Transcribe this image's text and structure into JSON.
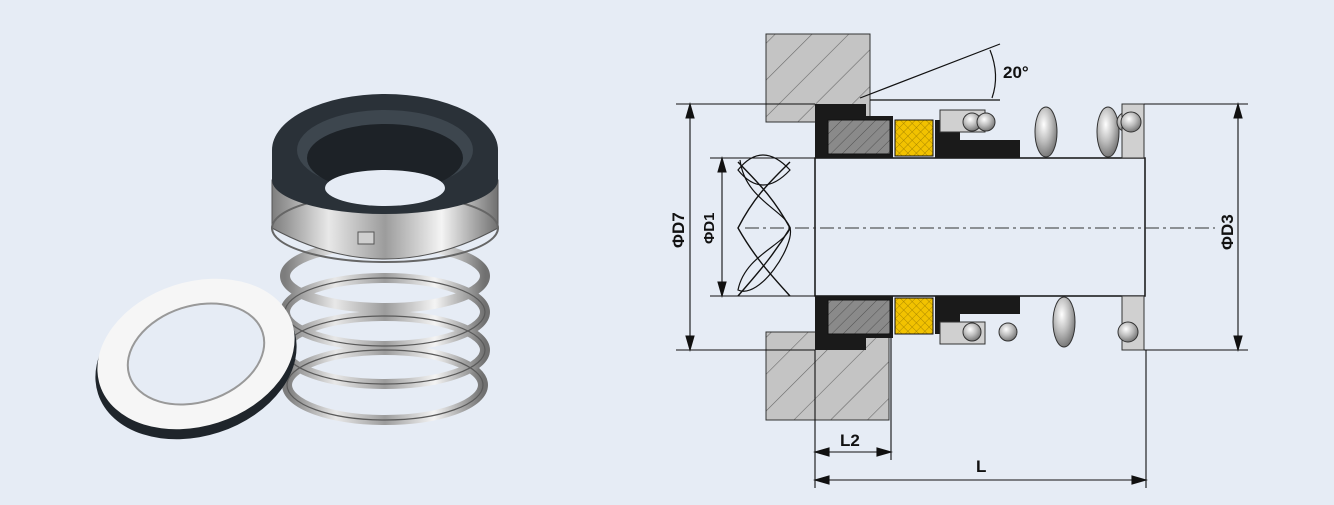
{
  "product_photo": {
    "parts": [
      "spring-icon",
      "seal-head-icon",
      "seat-ring-icon"
    ]
  },
  "drawing": {
    "angle_label": "20°",
    "dim_d7": "ΦD7",
    "dim_d1": "ΦD1",
    "dim_d3": "ΦD3",
    "dim_l2": "L2",
    "dim_l": "L"
  },
  "colors": {
    "background": "#e6ecf5",
    "housing": "#c8c8c8",
    "rubber": "#1a1a1a",
    "carbon_face": "#8c8c8c",
    "packing": "#f2c200",
    "spring": "#bdbdbd",
    "line": "#111111"
  }
}
